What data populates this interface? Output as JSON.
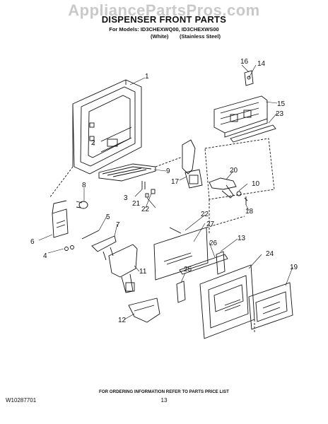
{
  "header": {
    "watermark": "AppliancePartsPros.com",
    "title": "DISPENSER FRONT PARTS",
    "models": "For Models: ID3CHEXWQ00, ID3CHEXWS00",
    "variant_1": "(White)",
    "variant_2": "(Stainless Steel)"
  },
  "footer": {
    "note": "FOR ORDERING INFORMATION REFER TO PARTS PRICE LIST",
    "doc_number": "W10287701",
    "page_number": "13"
  },
  "callouts": [
    "1",
    "2",
    "3",
    "4",
    "5",
    "6",
    "7",
    "8",
    "9",
    "10",
    "11",
    "12",
    "13",
    "14",
    "15",
    "16",
    "17",
    "18",
    "19",
    "20",
    "21",
    "22",
    "22",
    "23",
    "24",
    "25",
    "26",
    "27"
  ]
}
